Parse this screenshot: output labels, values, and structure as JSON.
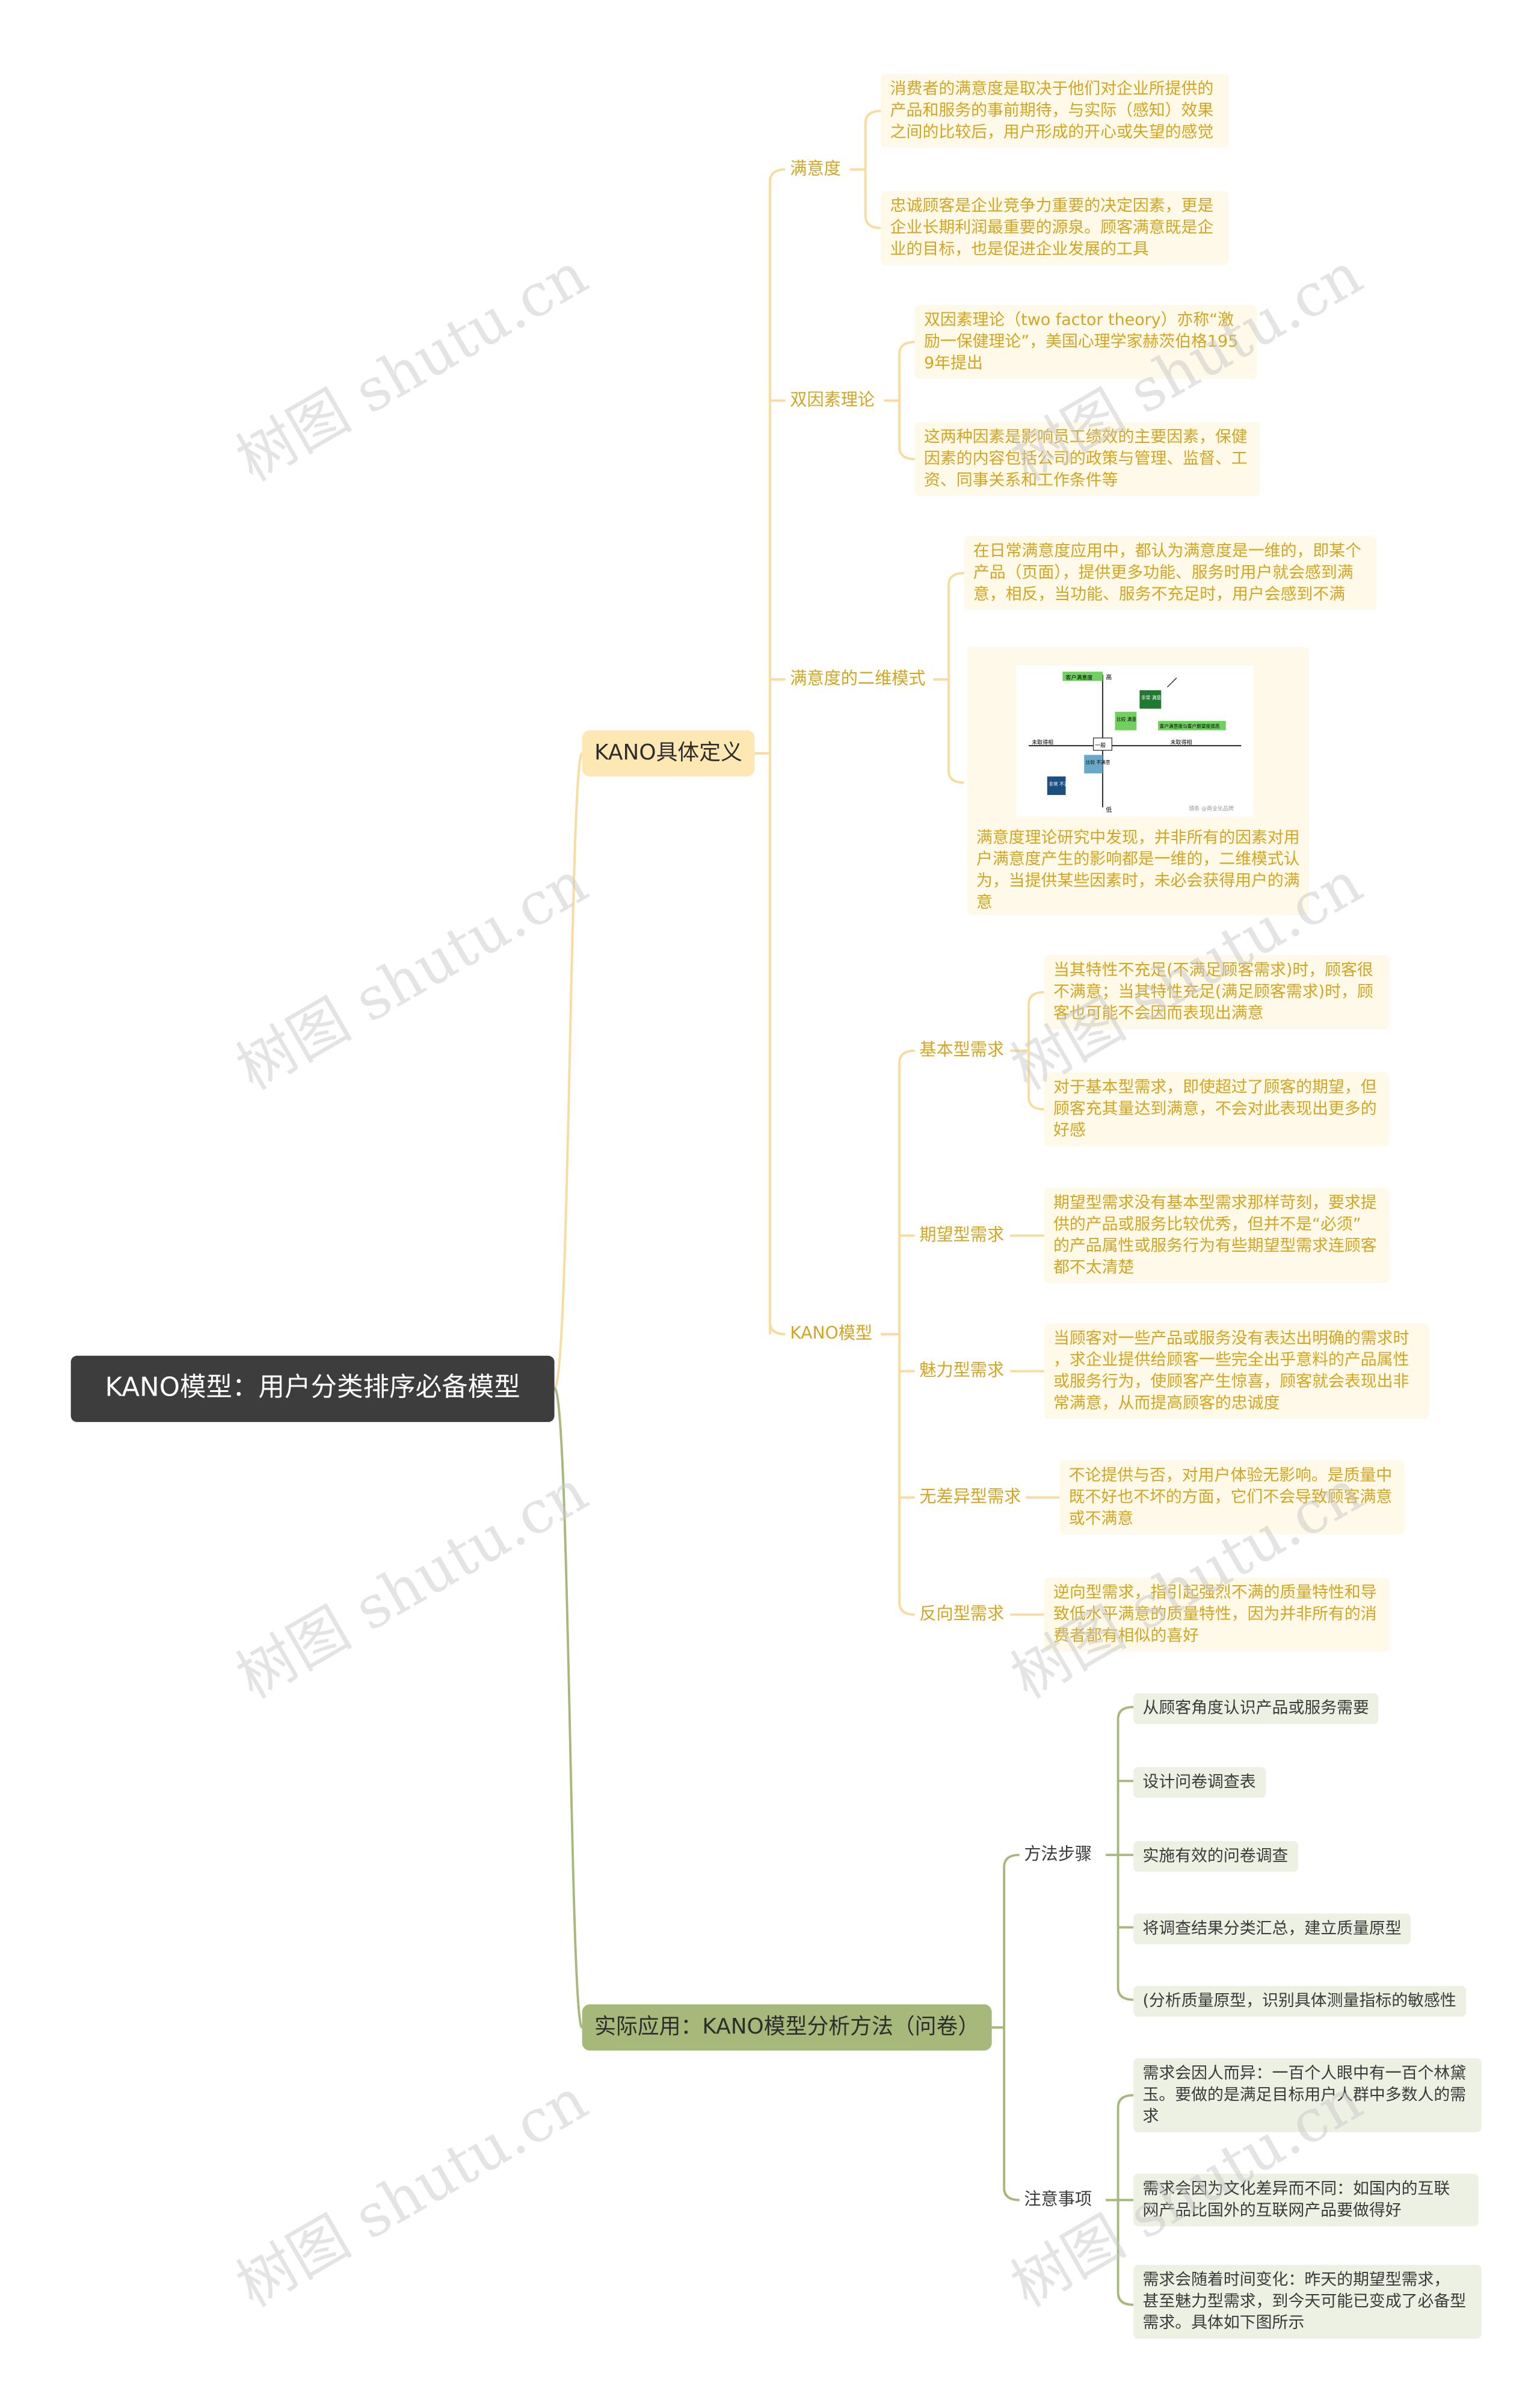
{
  "root": "KANO模型：用户分类排序必备模型",
  "kano_def": {
    "label": "KANO具体定义",
    "satisfaction": {
      "label": "满意度",
      "leaf1": "消费者的满意度是取决于他们对企业所提供的\n产品和服务的事前期待，与实际（感知）效果\n之间的比较后，用户形成的开心或失望的感觉",
      "leaf2": "忠诚顾客是企业竞争力重要的决定因素，更是\n企业长期利润最重要的源泉。顾客满意既是企\n业的目标，也是促进企业发展的工具"
    },
    "two_factor": {
      "label": "双因素理论",
      "leaf1": "双因素理论（two factor theory）亦称“激\n励一保健理论”，美国心理学家赫茨伯格195\n9年提出",
      "leaf2": "这两种因素是影响员工绩效的主要因素，保健\n因素的内容包括公司的政策与管理、监督、工\n资、同事关系和工作条件等"
    },
    "two_dim": {
      "label": "满意度的二维模式",
      "leaf1": "在日常满意度应用中，都认为满意度是一维的，即某个\n产品（页面），提供更多功能、服务时用户就会感到满\n意，相反，当功能、服务不充足时，用户会感到不满",
      "leaf2": "满意度理论研究中发现，并非所有的因素对用\n户满意度产生的影响都是一维的，二维模式认\n为，当提供某些因素时，未必会获得用户的满\n意",
      "chart": {
        "top_label": "客户满意度",
        "axis_high": "高",
        "axis_low": "低",
        "left_label": "未取得相",
        "right_label": "未取得相",
        "center_label": "一般",
        "q1_label": "客户满意度与客户期望度提高",
        "box_a": "比较\n满意",
        "box_b": "非常\n满意",
        "box_c": "比较\n不满意",
        "box_d": "非常\n不满",
        "credit": "頭条 @商业化品牌"
      }
    },
    "kano_model": {
      "label": "KANO模型",
      "basic": {
        "label": "基本型需求",
        "leaf1": "当其特性不充足(不满足顾客需求)时，顾客很\n不满意；当其特性充足(满足顾客需求)时，顾\n客也可能不会因而表现出满意",
        "leaf2": "对于基本型需求，即使超过了顾客的期望，但\n顾客充其量达到满意，不会对此表现出更多的\n好感"
      },
      "expected": {
        "label": "期望型需求",
        "leaf1": "期望型需求没有基本型需求那样苛刻，要求提\n供的产品或服务比较优秀，但并不是“必须”\n的产品属性或服务行为有些期望型需求连顾客\n都不太清楚"
      },
      "charm": {
        "label": "魅力型需求",
        "leaf1": "当顾客对一些产品或服务没有表达出明确的需求时\n，求企业提供给顾客一些完全出乎意料的产品属性\n或服务行为，使顾客产生惊喜，顾客就会表现出非\n常满意，从而提高顾客的忠诚度"
      },
      "indifferent": {
        "label": "无差异型需求",
        "leaf1": "不论提供与否，对用户体验无影响。是质量中\n既不好也不坏的方面，它们不会导致顾客满意\n或不满意"
      },
      "reverse": {
        "label": "反向型需求",
        "leaf1": "逆向型需求，指引起强烈不满的质量特性和导\n致低水平满意的质量特性，因为并非所有的消\n费者都有相似的喜好"
      }
    }
  },
  "practice": {
    "label": "实际应用：KANO模型分析方法（问卷）",
    "steps": {
      "label": "方法步骤",
      "items": [
        "从顾客角度认识产品或服务需要",
        "设计问卷调查表",
        "实施有效的问卷调查",
        "将调查结果分类汇总，建立质量原型",
        "(分析质量原型，识别具体测量指标的敏感性"
      ]
    },
    "notes": {
      "label": "注意事项",
      "items": [
        "需求会因人而异：一百个人眼中有一百个林黛\n玉。要做的是满足目标用户人群中多数人的需\n求",
        "需求会因为文化差异而不同：如国内的互联\n网产品比国外的互联网产品要做得好",
        "需求会随着时间变化：昨天的期望型需求，\n甚至魅力型需求，到今天可能已变成了必备型\n需求。具体如下图所示"
      ]
    }
  },
  "watermark": "树图 shutu.cn",
  "colors": {
    "yellow_line": "#f8dc9e",
    "green_line": "#a6b87a",
    "yellow_text": "#d4a520",
    "root_bg": "#3d3d3d"
  }
}
